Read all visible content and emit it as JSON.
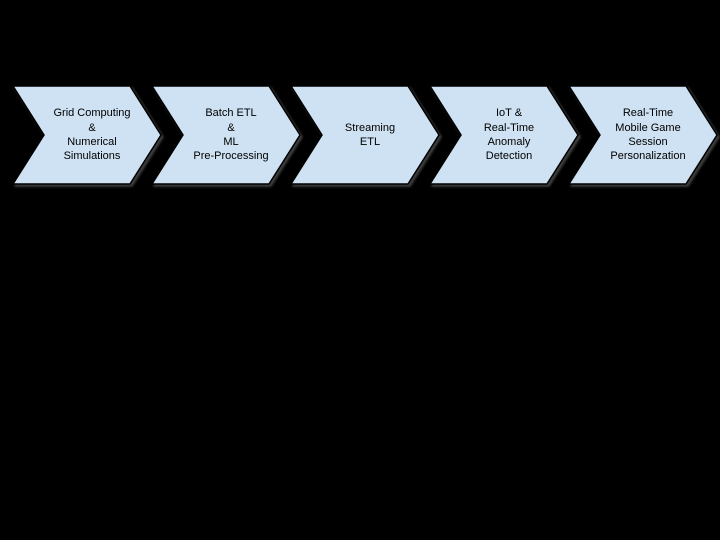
{
  "theme": {
    "background": "#000000",
    "chevron_fill": "#cfe2f3",
    "chevron_border": "#000000",
    "text_color": "#000000"
  },
  "diagram": {
    "type": "process-flow-chevrons",
    "direction": "left-to-right",
    "steps": [
      {
        "label": "Grid Computing\n&\nNumerical\nSimulations"
      },
      {
        "label": "Batch ETL\n&\nML\nPre-Processing"
      },
      {
        "label": "Streaming\nETL"
      },
      {
        "label": "IoT &\nReal-Time\nAnomaly\nDetection"
      },
      {
        "label": "Real-Time\nMobile Game\nSession\nPersonalization"
      }
    ]
  }
}
